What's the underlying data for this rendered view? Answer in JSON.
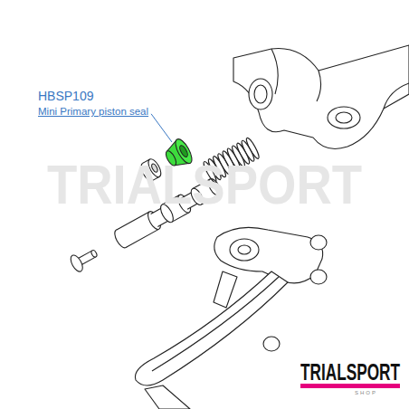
{
  "diagram": {
    "labels": [
      "HBSP109",
      "Mini Primary piston seal",
      "TRIALSPORT",
      "TRIALSPORT",
      "SHOP"
    ]
  }
}
